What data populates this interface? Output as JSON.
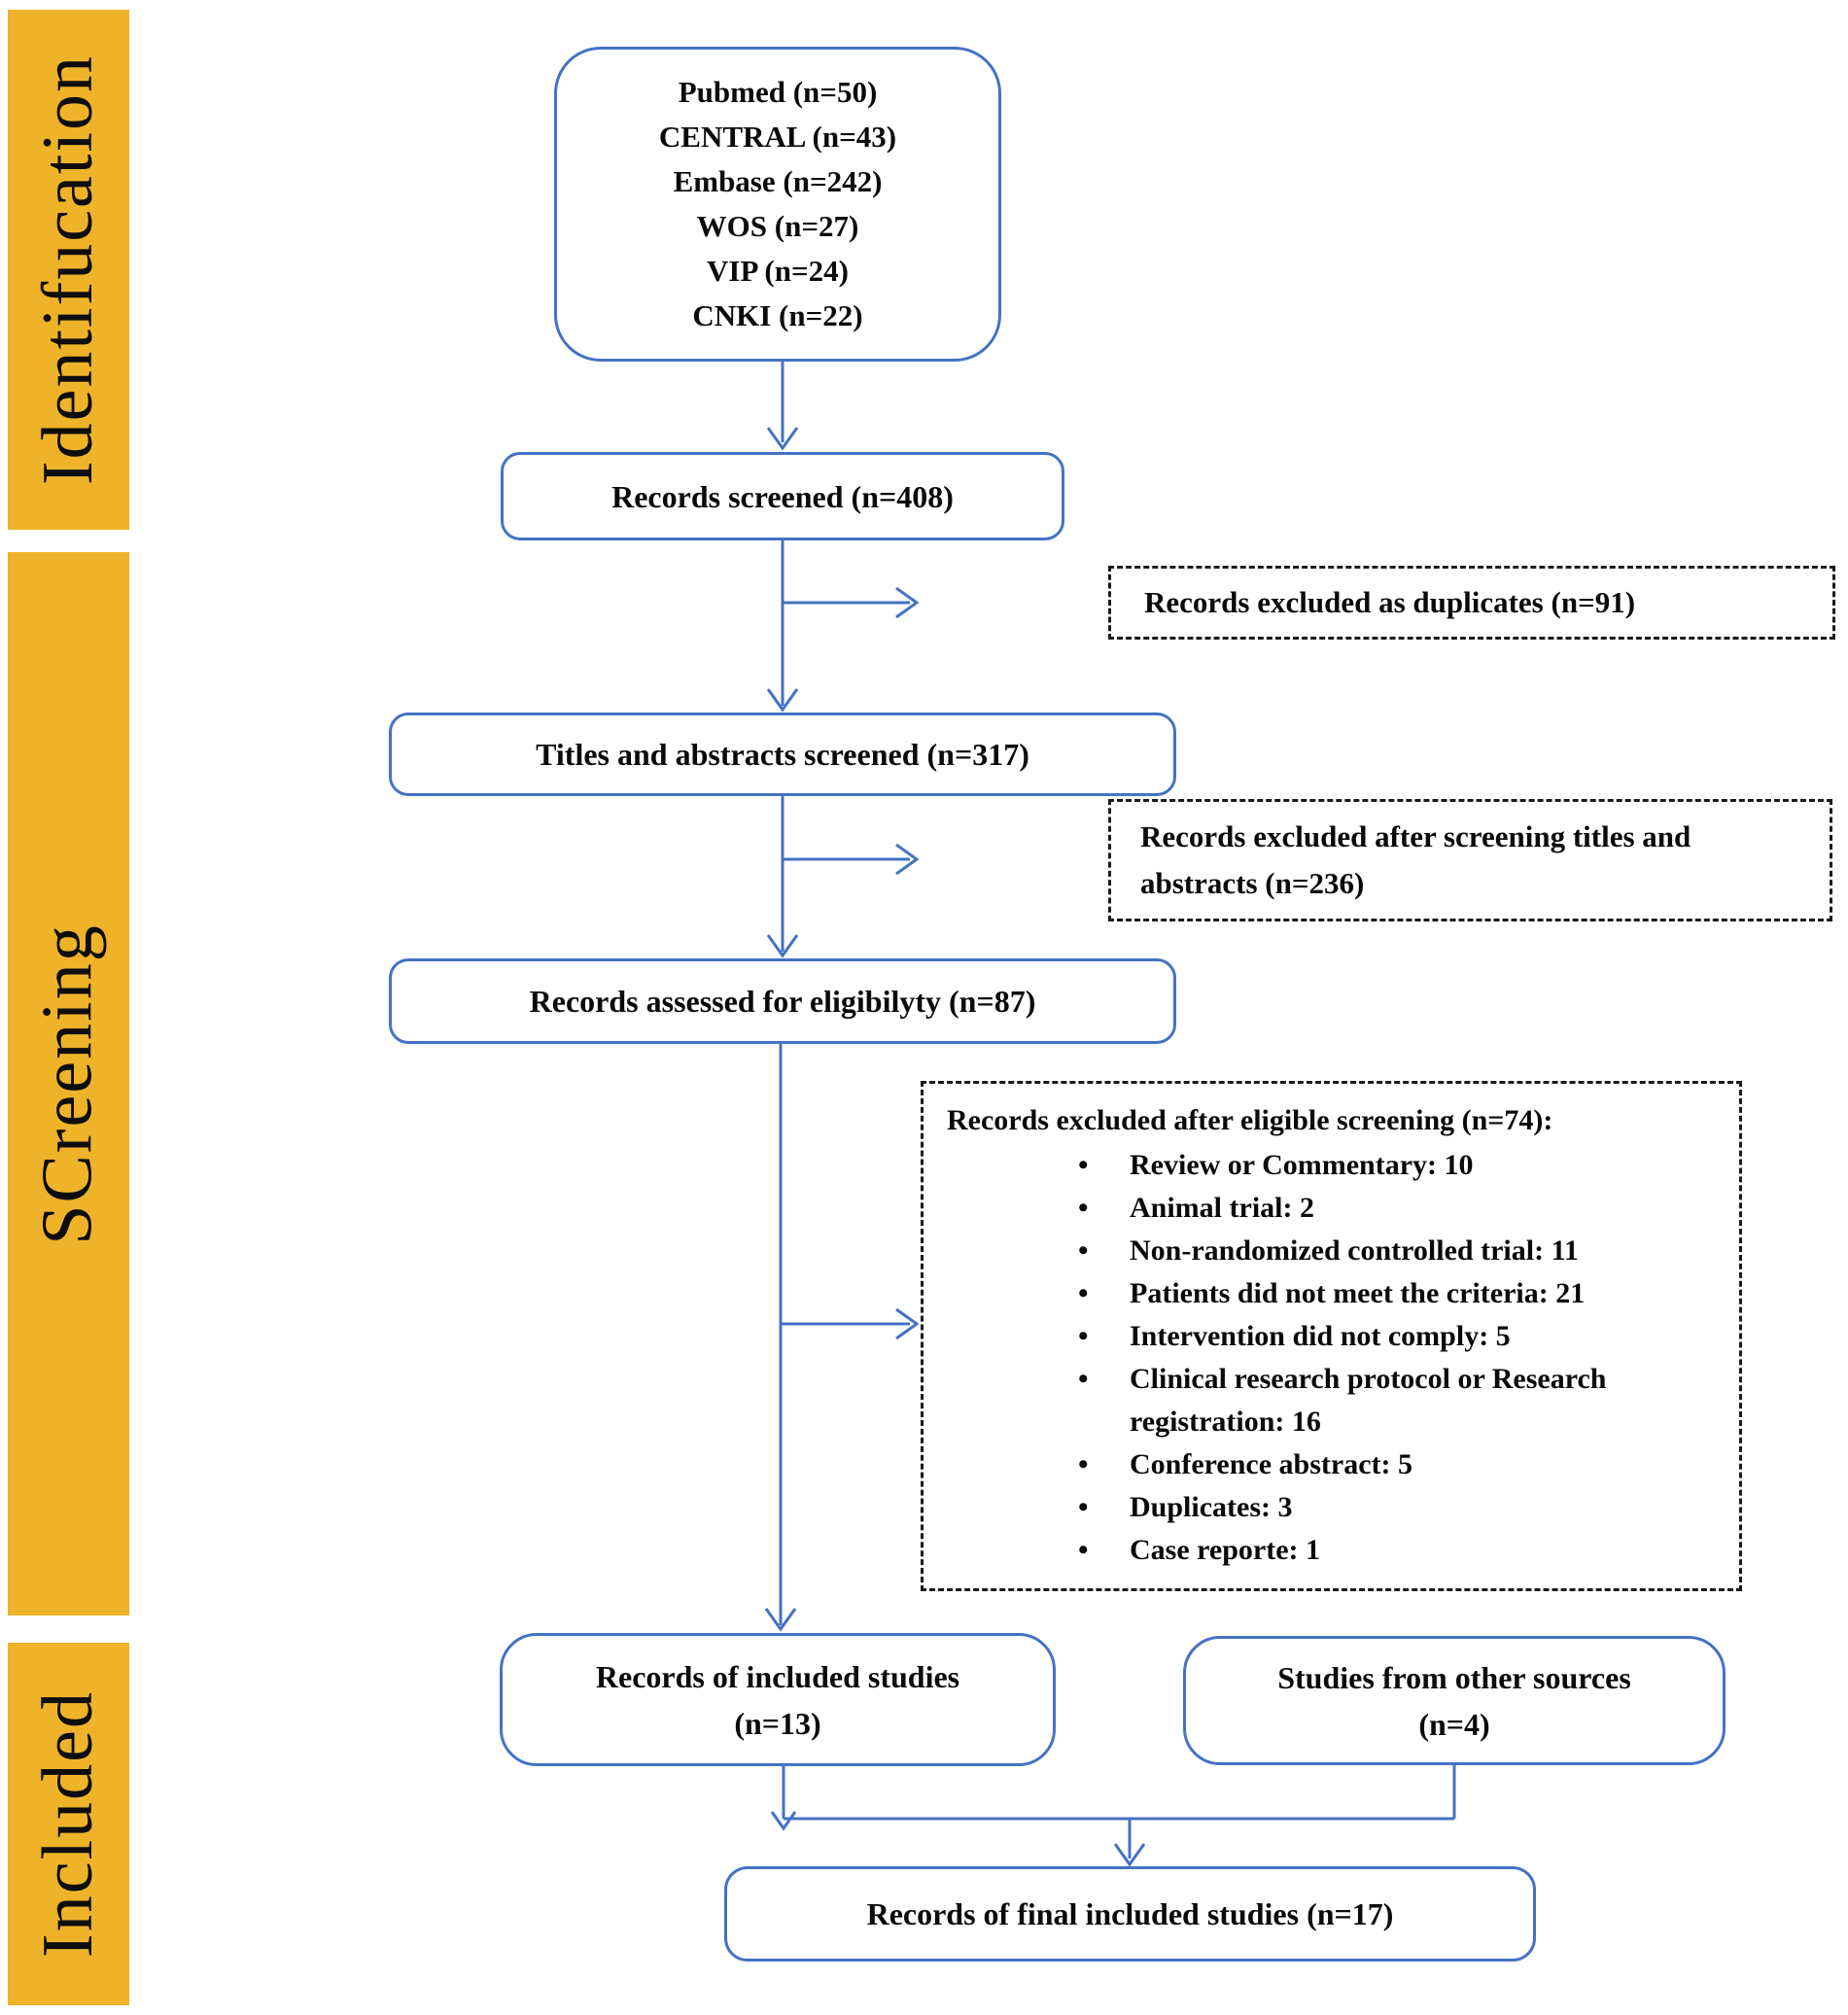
{
  "colors": {
    "accent_blue": "#4472C4",
    "stage_gold": "#EFB32A",
    "dashed_black": "#1a1a1a"
  },
  "sidebar": {
    "sections": [
      {
        "label": "Identifucation"
      },
      {
        "label": "SCreening"
      },
      {
        "label": "Included"
      }
    ]
  },
  "flow": {
    "sources_box": {
      "lines": [
        "Pubmed (n=50)",
        "CENTRAL (n=43)",
        "Embase (n=242)",
        "WOS (n=27)",
        "VIP (n=24)",
        "CNKI (n=22)"
      ]
    },
    "records_screened": "Records screened (n=408)",
    "titles_abstracts_screened": "Titles and abstracts screened (n=317)",
    "assessed_eligibility": "Records assessed for eligibilyty (n=87)",
    "included_studies": {
      "line1": "Records of included studies",
      "line2": "(n=13)"
    },
    "other_sources": {
      "line1": "Studies from other sources",
      "line2": "(n=4)"
    },
    "final_included": "Records of final included studies (n=17)",
    "excluded_duplicates": "Records excluded as duplicates (n=91)",
    "excluded_after_titles": "Records excluded after screening titles and abstracts (n=236)",
    "excluded_after_eligible": {
      "title": "Records excluded after eligible screening (n=74):",
      "items": [
        "Review or Commentary:  10",
        "Animal trial: 2",
        "Non-randomized controlled trial:  11",
        "Patients did not meet the criteria: 21",
        "Intervention did not comply: 5",
        "Clinical research protocol or Research registration: 16",
        "Conference abstract:  5",
        "Duplicates: 3",
        "Case reporte:  1"
      ]
    }
  }
}
